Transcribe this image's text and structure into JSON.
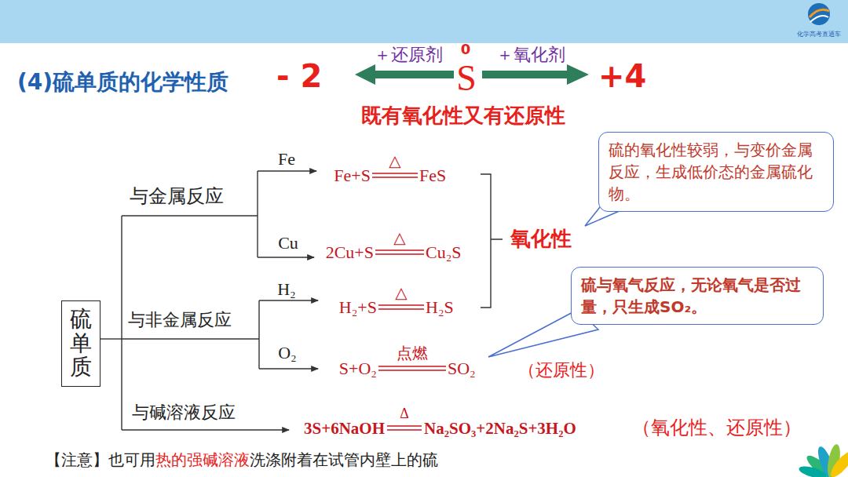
{
  "diagram": {
    "title": "(4)硫单质的化学性质",
    "nodes": [
      {
        "text": [
          "硫的氧化性较弱，与变价金属反应，生成低价态的金属硫化物。"
        ]
      },
      {
        "text": [
          "硫与氧气反应，无论氧气是否过量，只生成SO₂。"
        ]
      },
      {
        "text": [
          "硫单质"
        ]
      }
    ],
    "labels": [
      "- 2",
      "＋还原剂",
      "0",
      "S",
      "＋氧化剂",
      "+4",
      "既有氧化性又有还原性",
      "Fe",
      "Fe+S",
      "△",
      "FeS",
      "与金属反应",
      "Cu",
      "2Cu+S",
      "△",
      "Cu₂S",
      "氧化性",
      "H₂",
      "H₂+S",
      "△",
      "H₂S",
      "与非金属反应",
      "O₂",
      "点燃",
      "S+O₂",
      "SO₂",
      "（还原性）",
      "与碱溶液反应",
      "3S+6NaOH",
      "Δ",
      "Na₂SO₃+2Na₂S+3H₂O",
      "（氧化性、还原性）",
      "【注意】也可用",
      "热的强碱溶液",
      "洗涤附着在试管内壁上的硫",
      "化学高考直通车"
    ]
  }
}
